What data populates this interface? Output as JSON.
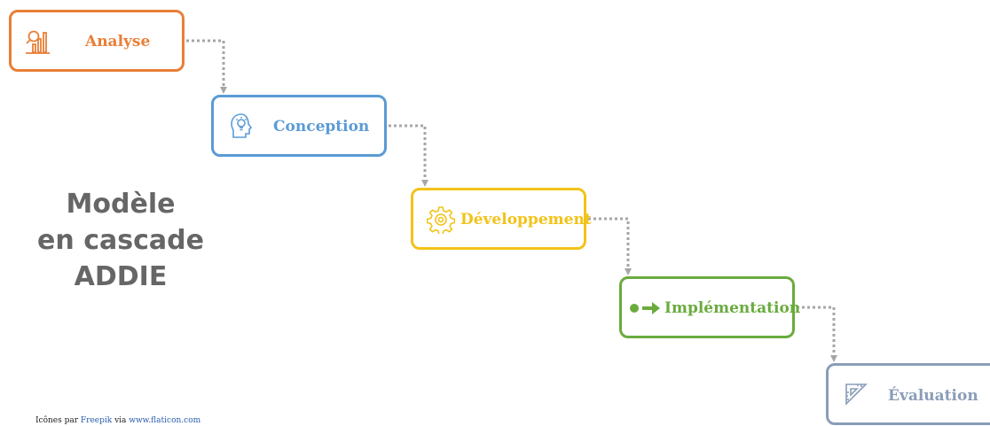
{
  "title": {
    "line1": "Modèle",
    "line2": "en cascade",
    "line3": "ADDIE"
  },
  "steps": [
    {
      "label": "Analyse",
      "icon": "chart-magnifier-icon",
      "color": "#e97f37"
    },
    {
      "label": "Conception",
      "icon": "lightbulb-head-icon",
      "color": "#5b9bd5"
    },
    {
      "label": "Développement",
      "icon": "gear-icon",
      "color": "#f2c318"
    },
    {
      "label": "Implémentation",
      "icon": "dot-arrow-icon",
      "color": "#6aab3e"
    },
    {
      "label": "Évaluation",
      "icon": "ruler-triangle-icon",
      "color": "#8a9db8"
    }
  ],
  "connector_color": "#a6a6a6",
  "credit": {
    "prefix": "Icônes par ",
    "author": "Freepik",
    "middle": " via ",
    "site": "www.flaticon.com"
  }
}
